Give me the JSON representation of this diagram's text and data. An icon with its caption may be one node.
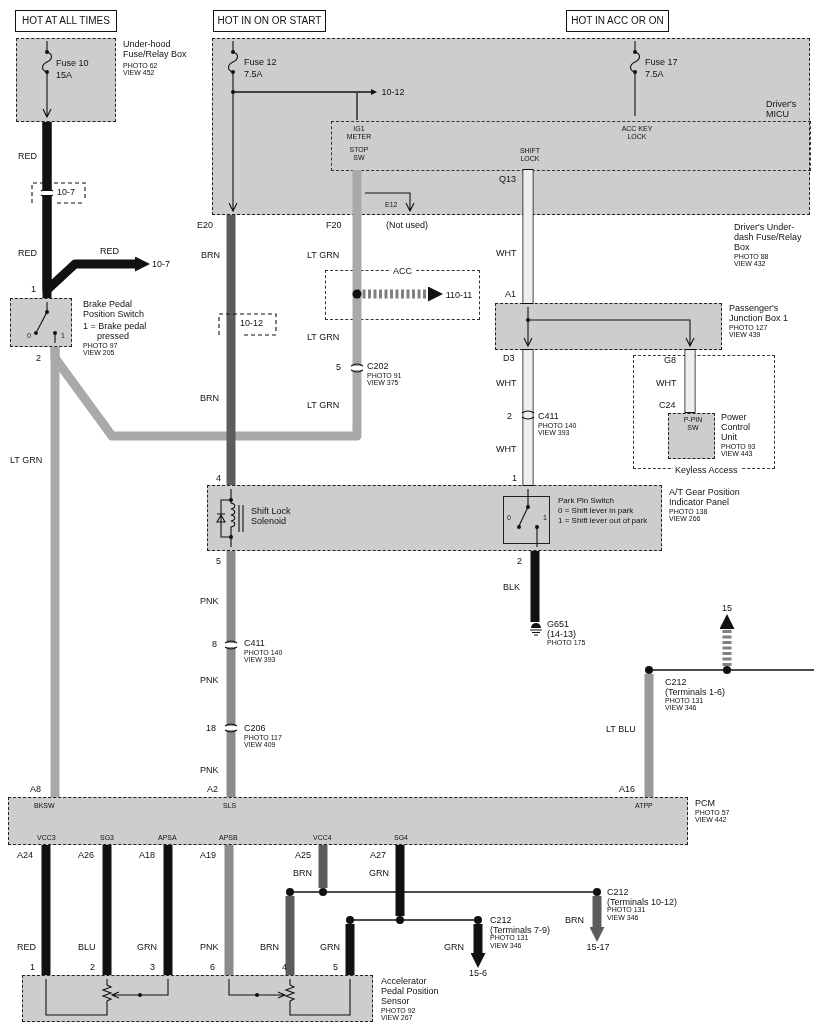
{
  "diagram": {
    "nodes": [
      {
        "text": [
          "HOT AT ALL TIMES"
        ]
      },
      {
        "text": [
          "HOT IN ON OR START"
        ]
      },
      {
        "text": [
          "HOT IN ACC OR ON"
        ]
      },
      {
        "text": [
          "Fuse 10",
          "15A",
          "Under-hood Fuse/Relay Box",
          "PHOTO 62",
          "VIEW 452"
        ]
      },
      {
        "text": [
          "Fuse 12",
          "7.5A",
          "Fuse 17",
          "7.5A",
          "E12",
          "Driver's Under-dash Fuse/Relay Box",
          "PHOTO 88",
          "VIEW 432"
        ]
      },
      {
        "text": [
          "IG1 METER",
          "STOP SW",
          "SHIFT LOCK",
          "ACC KEY LOCK",
          "Driver's MICU"
        ],
        "in": 4
      },
      {
        "text": [
          "0",
          "1",
          "Brake Pedal Position Switch",
          "1 = Brake pedal pressed",
          "PHOTO 97",
          "VIEW 205"
        ]
      },
      {
        "text": [
          "ACC"
        ]
      },
      {
        "text": [
          "110-11"
        ],
        "in": 7
      },
      {
        "text": [
          "Passenger's Junction Box 1",
          "PHOTO 127",
          "VIEW 439"
        ]
      },
      {
        "text": [
          "Keyless Access"
        ]
      },
      {
        "text": [
          "P-PIN SW",
          "Power Control Unit",
          "PHOTO 93",
          "VIEW 443"
        ],
        "in": 10
      },
      {
        "text": [
          "Shift Lock Solenoid",
          "A/T Gear Position Indicator Panel",
          "PHOTO 138",
          "VIEW 266"
        ]
      },
      {
        "text": [
          "0",
          "1",
          "Park Pin Switch",
          "0 = Shift lever in park",
          "1 = Shift lever out of park"
        ],
        "in": 12
      },
      {
        "text": [
          "G651",
          "(14-13)",
          "PHOTO 175"
        ]
      },
      {
        "text": [
          "BKSW",
          "SLS",
          "ATPP",
          "VCC3",
          "SG3",
          "APSA",
          "APSB",
          "VCC4",
          "SG4",
          "PCM",
          "PHOTO 57",
          "VIEW 442"
        ]
      },
      {
        "text": [
          "Accelerator Pedal Position Sensor",
          "PHOTO 92",
          "VIEW 267"
        ]
      },
      {
        "text": [
          "10-7"
        ]
      },
      {
        "text": [
          "10-12"
        ],
        "in": 4
      },
      {
        "text": [
          "15"
        ]
      },
      {
        "text": [
          "15-6"
        ]
      },
      {
        "text": [
          "15-17"
        ]
      },
      {
        "text": [],
        "shape": "bar"
      },
      {
        "text": [],
        "shape": "bar"
      },
      {
        "text": [],
        "shape": "bar"
      }
    ],
    "edges": [
      {
        "from": 3,
        "to": 6,
        "arrow": "none"
      },
      {
        "from": 3,
        "to": 17,
        "arrow": "to"
      },
      {
        "from": 4,
        "to": 12,
        "arrow": "none",
        "color": "#5c5c5c"
      },
      {
        "from": 5,
        "to": 6,
        "arrow": "none",
        "color": "#a9a9a9"
      },
      {
        "from": 6,
        "to": 15,
        "arrow": "none",
        "color": "#a9a9a9"
      },
      {
        "from": null,
        "to": 8,
        "arrow": "to",
        "style": "dashed",
        "color": "#808080"
      },
      {
        "from": 5,
        "to": 9,
        "arrow": "none",
        "color": "#eeeeee"
      },
      {
        "from": 9,
        "to": 12,
        "arrow": "none",
        "color": "#eeeeee"
      },
      {
        "from": 9,
        "to": 11,
        "arrow": "none",
        "color": "#eeeeee"
      },
      {
        "from": 12,
        "to": 14,
        "arrow": "none"
      },
      {
        "from": 12,
        "to": 15,
        "arrow": "none",
        "color": "#8c8c8c"
      },
      {
        "from": null,
        "to": 18,
        "arrow": "to"
      },
      {
        "from": 15,
        "to": 16,
        "arrow": "none"
      },
      {
        "from": 15,
        "to": 16,
        "arrow": "none"
      },
      {
        "from": 15,
        "to": 16,
        "arrow": "none"
      },
      {
        "from": 15,
        "to": 16,
        "arrow": "none",
        "color": "#8c8c8c"
      },
      {
        "from": 15,
        "to": 23,
        "arrow": "none",
        "color": "#5c5c5c"
      },
      {
        "from": 23,
        "to": 16,
        "arrow": "none",
        "color": "#5c5c5c"
      },
      {
        "from": 23,
        "to": 21,
        "arrow": "to",
        "color": "#5c5c5c"
      },
      {
        "from": 15,
        "to": 24,
        "arrow": "none"
      },
      {
        "from": 24,
        "to": 16,
        "arrow": "none"
      },
      {
        "from": 24,
        "to": 20,
        "arrow": "to"
      },
      {
        "from": 22,
        "to": 15,
        "arrow": "none",
        "color": "#9a9a9a"
      },
      {
        "from": 22,
        "to": 19,
        "arrow": "to",
        "style": "dashed",
        "color": "#808080"
      },
      {
        "from": null,
        "to": 5,
        "arrow": "none"
      }
    ],
    "labels": [
      "RED",
      "10-7",
      "RED",
      "RED",
      "1",
      "E20",
      "F20",
      "(Not used)",
      "Q13",
      "BRN",
      "LT GRN",
      "WHT",
      "A1",
      "10-12",
      "LT GRN",
      "2",
      "D3",
      "G8",
      "5",
      "C202",
      "PHOTO 91",
      "VIEW 375",
      "WHT",
      "WHT",
      "BRN",
      "LT GRN",
      "C24",
      "2",
      "C411",
      "PHOTO 140",
      "VIEW 393",
      "WHT",
      "LT GRN",
      "4",
      "1",
      "5",
      "2",
      "BLK",
      "PNK",
      "8",
      "C411",
      "PHOTO 140",
      "VIEW 393",
      "PNK",
      "C212",
      "(Terminals 1-6)",
      "PHOTO 131",
      "VIEW 346",
      "18",
      "C206",
      "PHOTO 117",
      "VIEW 409",
      "LT BLU",
      "PNK",
      "A8",
      "A2",
      "A16",
      "A24",
      "A26",
      "A18",
      "A19",
      "A25",
      "A27",
      "BRN",
      "GRN",
      "C212",
      "(Terminals 10-12)",
      "PHOTO 131",
      "C212",
      "BRN",
      "VIEW 346",
      "(Terminals 7-9)",
      "PHOTO 131",
      "RED",
      "BLU",
      "GRN",
      "PNK",
      "BRN",
      "GRN",
      "GRN",
      "VIEW 346",
      "1",
      "2",
      "3",
      "6",
      "4",
      "5"
    ]
  }
}
